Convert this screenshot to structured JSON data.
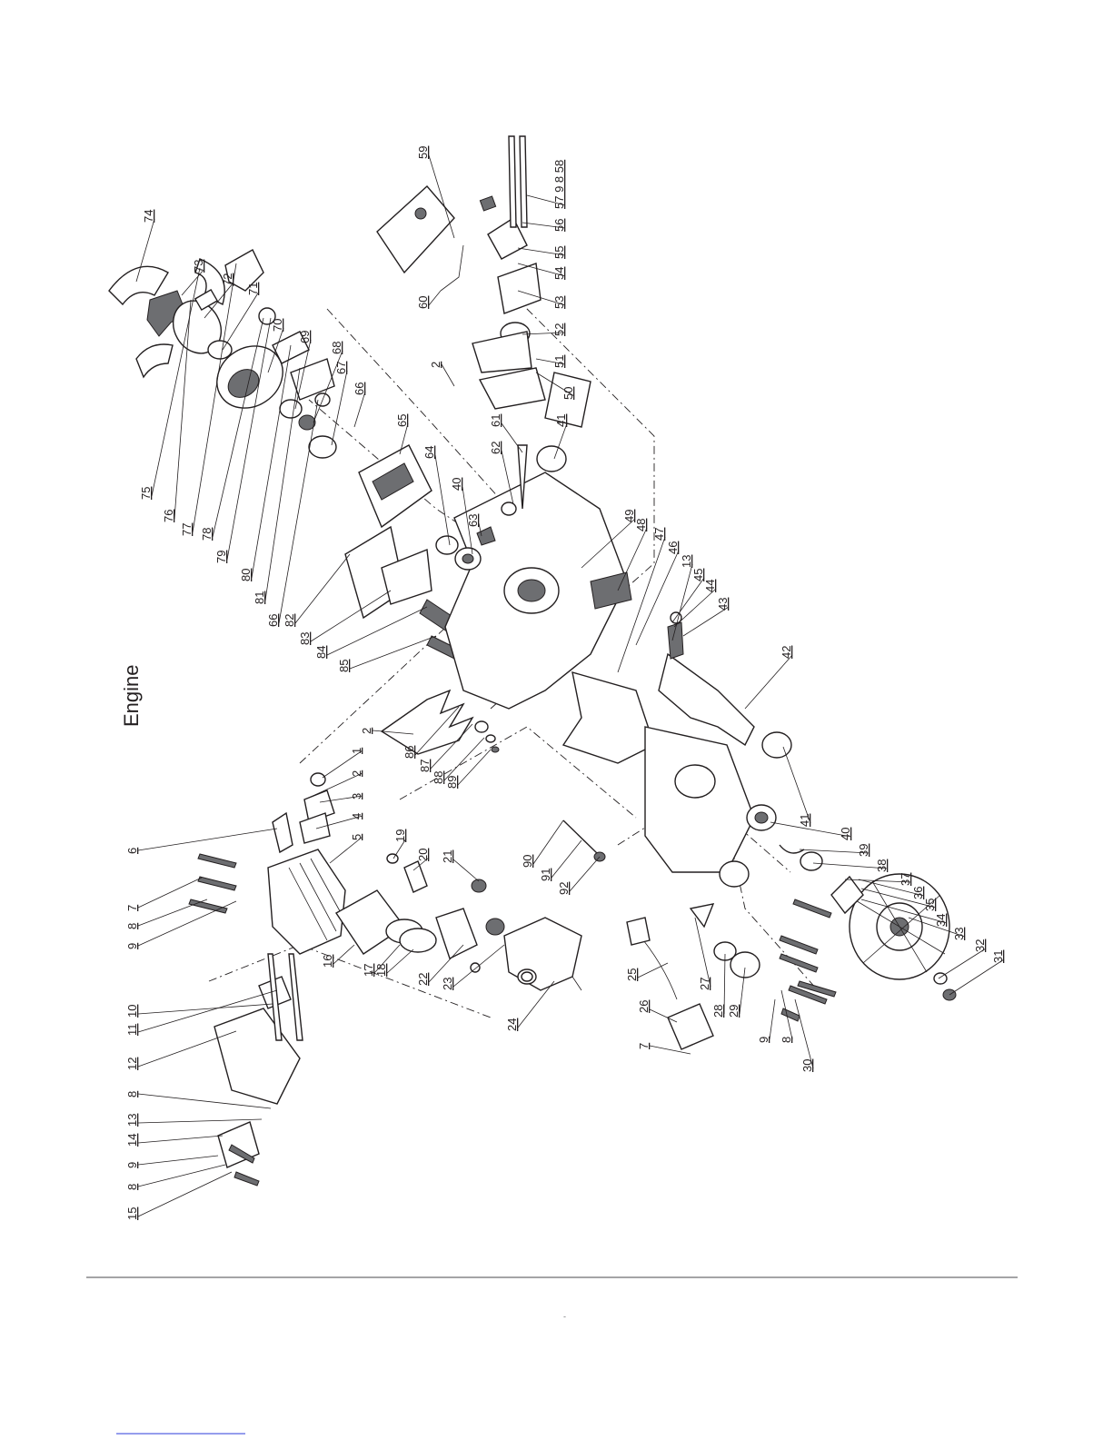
{
  "page": {
    "heading": "Engine",
    "footer_marker": "-"
  },
  "callouts": [
    "1",
    "2",
    "3",
    "4",
    "5",
    "6",
    "7",
    "8",
    "9",
    "10",
    "11",
    "12",
    "8",
    "13",
    "14",
    "9",
    "8",
    "15",
    "16",
    "17",
    "18",
    "19",
    "20",
    "21",
    "22",
    "23",
    "24",
    "25",
    "26",
    "7",
    "27",
    "28",
    "29",
    "9",
    "8",
    "30",
    "31",
    "32",
    "33",
    "34",
    "35",
    "36",
    "37",
    "38",
    "39",
    "40",
    "41",
    "42",
    "43",
    "44",
    "45",
    "13",
    "46",
    "47",
    "48",
    "49",
    "41",
    "50",
    "51",
    "52",
    "53",
    "54",
    "55",
    "56",
    "57 9 8 58",
    "59",
    "60",
    "2",
    "61",
    "62",
    "63",
    "40",
    "64",
    "65",
    "66",
    "67",
    "68",
    "69",
    "70",
    "71",
    "72",
    "73",
    "74",
    "75",
    "76",
    "77",
    "78",
    "79",
    "80",
    "81",
    "66",
    "82",
    "83",
    "84",
    "85",
    "2",
    "86",
    "87",
    "88",
    "89",
    "90",
    "91",
    "92"
  ],
  "colors": {
    "ink": "#231f20",
    "shade": "#6d6e71",
    "rule": "#6d6e71",
    "link": "#2b3bdb"
  }
}
